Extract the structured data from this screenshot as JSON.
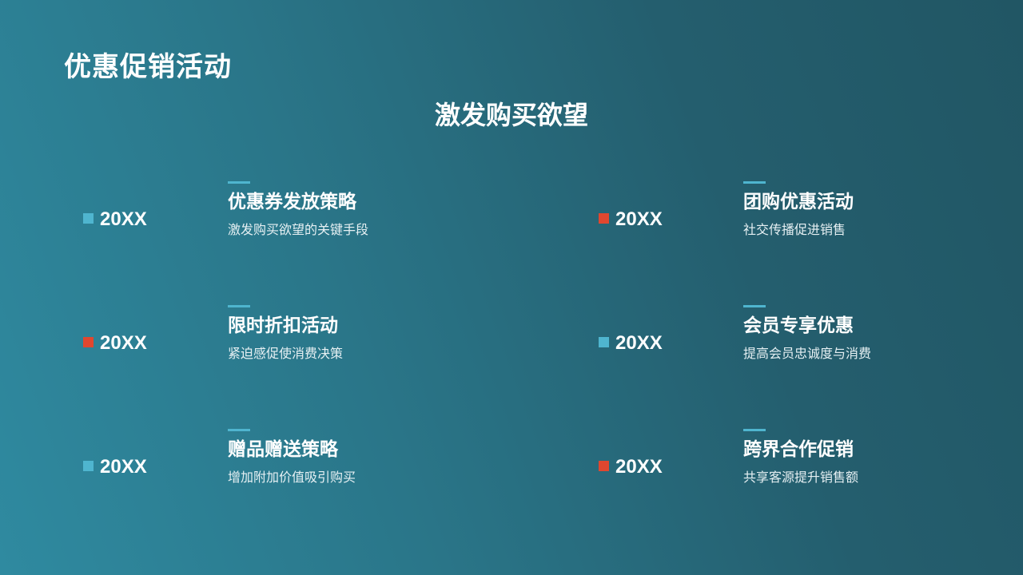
{
  "slide": {
    "title": "优惠促销活动",
    "subtitle": "激发购买欲望"
  },
  "colors": {
    "marker_blue": "#4fb5cf",
    "marker_red": "#e0472f",
    "accent_bar": "#4fb5cf"
  },
  "items": [
    {
      "year": "20XX",
      "marker": "blue",
      "heading": "优惠券发放策略",
      "description": "激发购买欲望的关键手段"
    },
    {
      "year": "20XX",
      "marker": "red",
      "heading": "团购优惠活动",
      "description": "社交传播促进销售"
    },
    {
      "year": "20XX",
      "marker": "red",
      "heading": "限时折扣活动",
      "description": "紧迫感促使消费决策"
    },
    {
      "year": "20XX",
      "marker": "blue",
      "heading": "会员专享优惠",
      "description": "提高会员忠诚度与消费"
    },
    {
      "year": "20XX",
      "marker": "blue",
      "heading": "赠品赠送策略",
      "description": "增加附加价值吸引购买"
    },
    {
      "year": "20XX",
      "marker": "red",
      "heading": "跨界合作促销",
      "description": "共享客源提升销售额"
    }
  ]
}
